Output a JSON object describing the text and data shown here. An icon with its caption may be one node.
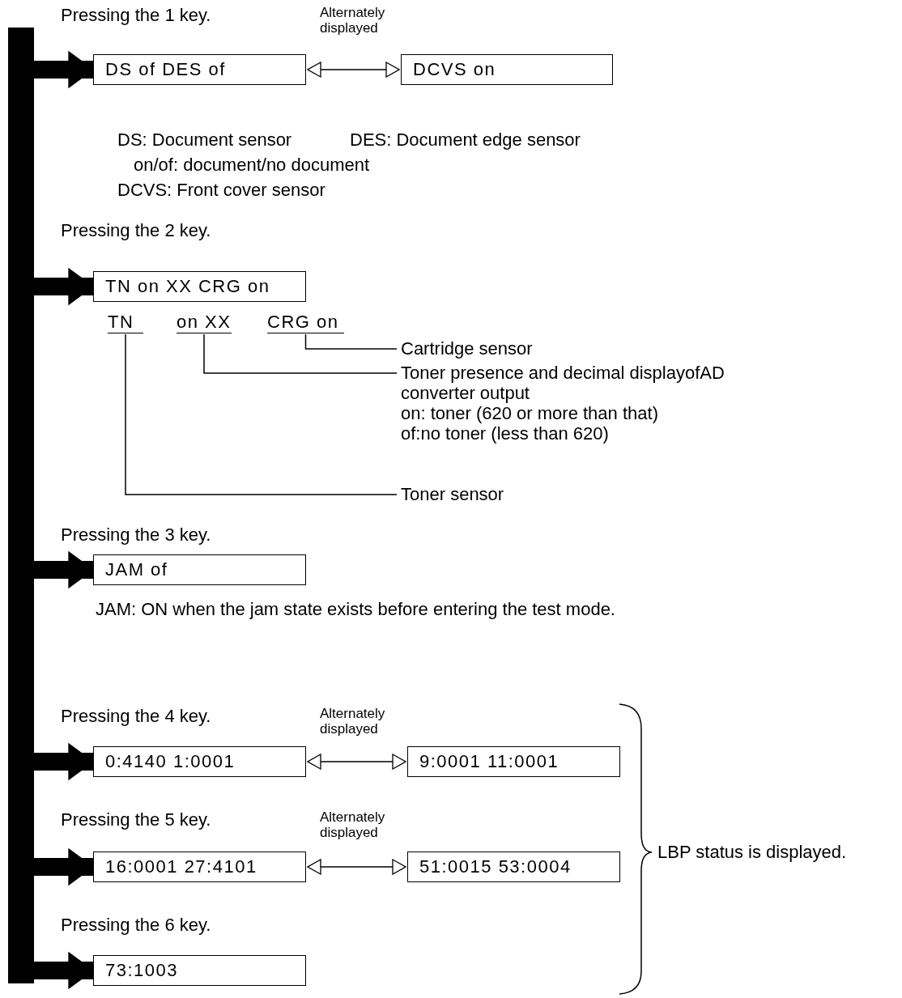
{
  "diagram": {
    "nodes": [
      {
        "text": [
          "Pressing the 1 key.",
          "DS of DES of"
        ]
      },
      {
        "text": [
          "DCVS on"
        ]
      },
      {
        "text": [
          "Pressing the 2 key.",
          "TN on XX CRG on"
        ]
      },
      {
        "text": [
          "TN"
        ]
      },
      {
        "text": [
          "on XX"
        ]
      },
      {
        "text": [
          "CRG on"
        ]
      },
      {
        "text": [
          "Cartridge sensor"
        ]
      },
      {
        "text": [
          "Toner presence and decimal displayofAD converter output",
          "on: toner (620 or more than that)",
          "of:no toner (less than 620)"
        ]
      },
      {
        "text": [
          "Toner sensor"
        ]
      },
      {
        "text": [
          "Pressing the 3 key.",
          "JAM of"
        ]
      },
      {
        "text": [
          "Pressing the 4 key.",
          "0:4140 1:0001"
        ]
      },
      {
        "text": [
          "9:0001 11:0001"
        ]
      },
      {
        "text": [
          "Pressing the 5 key.",
          "16:0001 27:4101"
        ]
      },
      {
        "text": [
          "51:0015 53:0004"
        ]
      },
      {
        "text": [
          "Pressing the 6 key.",
          "73:1003"
        ]
      }
    ],
    "edges": [
      {
        "from": null,
        "to": 0,
        "arrow": "to",
        "style": "thick"
      },
      {
        "from": 0,
        "to": 1,
        "arrow": "both",
        "label": "Alternately displayed"
      },
      {
        "from": null,
        "to": 2,
        "arrow": "to",
        "style": "thick"
      },
      {
        "from": 5,
        "to": 6,
        "arrow": "none"
      },
      {
        "from": 4,
        "to": 7,
        "arrow": "none"
      },
      {
        "from": 3,
        "to": 8,
        "arrow": "none"
      },
      {
        "from": null,
        "to": 9,
        "arrow": "to",
        "style": "thick"
      },
      {
        "from": null,
        "to": 10,
        "arrow": "to",
        "style": "thick"
      },
      {
        "from": 10,
        "to": 11,
        "arrow": "both",
        "label": "Alternately displayed"
      },
      {
        "from": null,
        "to": 12,
        "arrow": "to",
        "style": "thick"
      },
      {
        "from": 12,
        "to": 13,
        "arrow": "both",
        "label": "Alternately displayed"
      },
      {
        "from": null,
        "to": 14,
        "arrow": "to",
        "style": "thick"
      }
    ],
    "labels": [
      "DS: Document sensor",
      "DES: Document edge sensor",
      "on/of: document/no document",
      "DCVS: Front cover sensor",
      "JAM: ON when the jam state exists before entering the test mode.",
      "LBP status is displayed."
    ]
  }
}
